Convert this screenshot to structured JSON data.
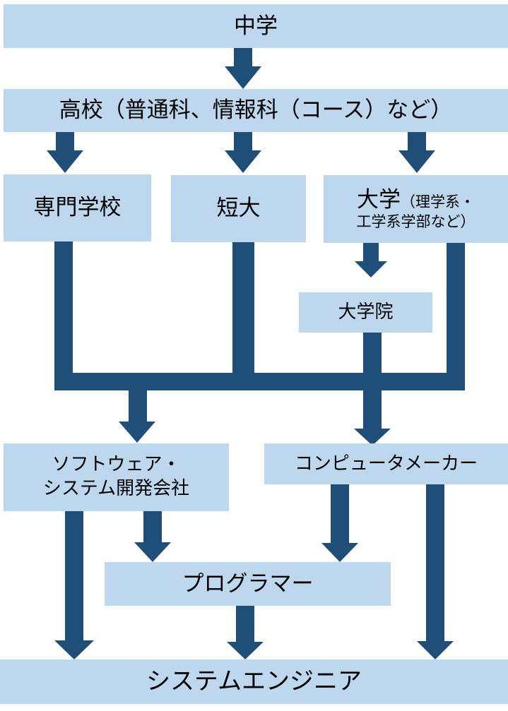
{
  "diagram": {
    "type": "flowchart",
    "direction": "top-to-bottom",
    "colors": {
      "box_fill": "#bdd7ee",
      "arrow": "#1f4e79",
      "text": "#000000"
    },
    "nodes": {
      "junior_high": "中学",
      "high_school": "高校（普通科、情報科（コース）など）",
      "vocational_school": "専門学校",
      "junior_college": "短大",
      "university_main": "大学",
      "university_sub_line1": "（理学系・",
      "university_sub_line2": "工学系学部など）",
      "graduate_school": "大学院",
      "software_company_line1": "ソフトウェア・",
      "software_company_line2": "システム開発会社",
      "computer_maker": "コンピュータメーカー",
      "programmer": "プログラマー",
      "system_engineer": "システムエンジニア"
    },
    "edges": [
      [
        "中学",
        "高校"
      ],
      [
        "高校",
        "専門学校"
      ],
      [
        "高校",
        "短大"
      ],
      [
        "高校",
        "大学"
      ],
      [
        "大学",
        "大学院"
      ],
      [
        "専門学校",
        "ソフトウェア・システム開発会社"
      ],
      [
        "専門学校",
        "コンピュータメーカー"
      ],
      [
        "短大",
        "ソフトウェア・システム開発会社"
      ],
      [
        "短大",
        "コンピュータメーカー"
      ],
      [
        "大学",
        "ソフトウェア・システム開発会社"
      ],
      [
        "大学",
        "コンピュータメーカー"
      ],
      [
        "大学院",
        "ソフトウェア・システム開発会社"
      ],
      [
        "大学院",
        "コンピュータメーカー"
      ],
      [
        "ソフトウェア・システム開発会社",
        "プログラマー"
      ],
      [
        "ソフトウェア・システム開発会社",
        "システムエンジニア"
      ],
      [
        "コンピュータメーカー",
        "プログラマー"
      ],
      [
        "コンピュータメーカー",
        "システムエンジニア"
      ],
      [
        "プログラマー",
        "システムエンジニア"
      ]
    ]
  }
}
